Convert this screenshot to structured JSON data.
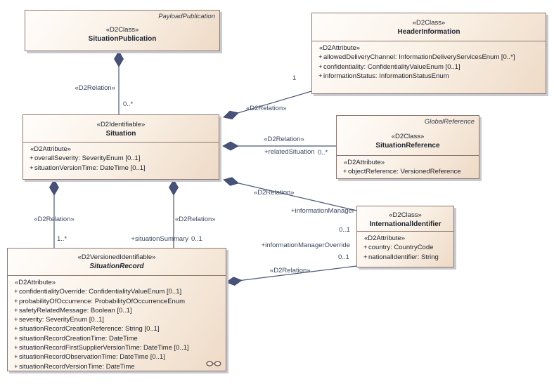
{
  "classes": {
    "situation_publication": {
      "parent": "PayloadPublication",
      "stereotype": "«D2Class»",
      "name": "SituationPublication"
    },
    "header_information": {
      "stereotype": "«D2Class»",
      "name": "HeaderInformation",
      "attr_stereotype": "«D2Attribute»",
      "attributes": [
        {
          "vis": "+",
          "text": "allowedDeliveryChannel: InformationDeliveryServicesEnum [0..*]"
        },
        {
          "vis": "+",
          "text": "confidentiality: ConfidentialityValueEnum [0..1]"
        },
        {
          "vis": "+",
          "text": "informationStatus: InformationStatusEnum"
        }
      ]
    },
    "situation": {
      "stereotype": "«D2Identifiable»",
      "name": "Situation",
      "attr_stereotype": "«D2Attribute»",
      "attributes": [
        {
          "vis": "+",
          "text": "overallSeverity: SeverityEnum [0..1]"
        },
        {
          "vis": "+",
          "text": "situationVersionTime: DateTime [0..1]"
        }
      ]
    },
    "situation_reference": {
      "parent": "GlobalReference",
      "stereotype": "«D2Class»",
      "name": "SituationReference",
      "attr_stereotype": "«D2Attribute»",
      "attributes": [
        {
          "vis": "+",
          "text": "objectReference: VersionedReference"
        }
      ]
    },
    "international_identifier": {
      "stereotype": "«D2Class»",
      "name": "InternationalIdentifier",
      "attr_stereotype": "«D2Attribute»",
      "attributes": [
        {
          "vis": "+",
          "text": "country: CountryCode"
        },
        {
          "vis": "+",
          "text": "nationalIdentifier: String"
        }
      ]
    },
    "situation_record": {
      "stereotype": "«D2VersionedIdentifiable»",
      "name": "SituationRecord",
      "attr_stereotype": "«D2Attribute»",
      "attributes": [
        {
          "vis": "+",
          "text": "confidentialityOverride: ConfidentialityValueEnum [0..1]"
        },
        {
          "vis": "+",
          "text": "probabilityOfOccurrence: ProbabilityOfOccurrenceEnum"
        },
        {
          "vis": "+",
          "text": "safetyRelatedMessage: Boolean [0..1]"
        },
        {
          "vis": "+",
          "text": "severity: SeverityEnum [0..1]"
        },
        {
          "vis": "+",
          "text": "situationRecordCreationReference: String [0..1]"
        },
        {
          "vis": "+",
          "text": "situationRecordCreationTime: DateTime"
        },
        {
          "vis": "+",
          "text": "situationRecordFirstSupplierVersionTime: DateTime [0..1]"
        },
        {
          "vis": "+",
          "text": "situationRecordObservationTime: DateTime [0..1]"
        },
        {
          "vis": "+",
          "text": "situationRecordVersionTime: DateTime"
        }
      ]
    }
  },
  "relations": {
    "publication_situation": {
      "stereotype": "«D2Relation»",
      "multiplicity": "0..*"
    },
    "situation_header_information": {
      "stereotype": "«D2Relation»",
      "multiplicity": "1"
    },
    "situation_related_situation": {
      "stereotype": "«D2Relation»",
      "role": "+relatedSituation",
      "multiplicity": "0..*"
    },
    "situation_information_manager": {
      "stereotype": "«D2Relation»",
      "role": "+informationManager",
      "multiplicity": "0..1"
    },
    "record_information_manager_override": {
      "stereotype": "«D2Relation»",
      "role": "+informationManagerOverride",
      "multiplicity": "0..1"
    },
    "situation_situation_record": {
      "stereotype": "«D2Relation»",
      "multiplicity": "1..*"
    },
    "situation_situation_summary": {
      "stereotype": "«D2Relation»",
      "role": "+situationSummary",
      "multiplicity": "0..1"
    }
  },
  "colors": {
    "box_fill_light": "#fffdfb",
    "box_fill_dark": "#eedac6",
    "box_border": "#8d7870",
    "relation_line": "#4d5878",
    "diamond_fill": "#46527a"
  }
}
